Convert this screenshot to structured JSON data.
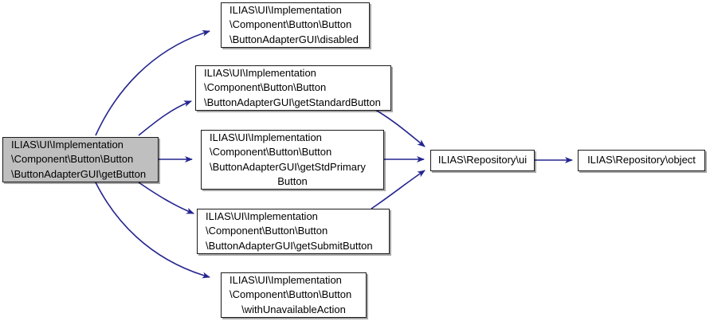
{
  "graph": {
    "title": "Call graph for ILIAS\\UI\\Implementation\\Component\\Button\\ButtonAdapterGUI\\getButton",
    "edge_color": "#25258f",
    "current_node_fill": "#bfbfbf",
    "node_border_color": "#1a1a1a",
    "background": "#ffffff"
  },
  "nodes": [
    {
      "id": "getButton",
      "name": "node-get-button",
      "is_current": true,
      "lines": [
        "ILIAS\\UI\\Implementation",
        "\\Component\\Button\\Button",
        "\\ButtonAdapterGUI\\getButton"
      ]
    },
    {
      "id": "disabled",
      "name": "node-disabled",
      "is_current": false,
      "lines": [
        "ILIAS\\UI\\Implementation",
        "\\Component\\Button\\Button",
        "\\ButtonAdapterGUI\\disabled"
      ]
    },
    {
      "id": "getStandardButton",
      "name": "node-get-standard-button",
      "is_current": false,
      "lines": [
        "ILIAS\\UI\\Implementation",
        "\\Component\\Button\\Button",
        "\\ButtonAdapterGUI\\getStandardButton"
      ]
    },
    {
      "id": "getStdPrimaryButton",
      "name": "node-get-std-primary-button",
      "is_current": false,
      "lines": [
        "ILIAS\\UI\\Implementation",
        "\\Component\\Button\\Button",
        "\\ButtonAdapterGUI\\getStdPrimary",
        "Button"
      ]
    },
    {
      "id": "getSubmitButton",
      "name": "node-get-submit-button",
      "is_current": false,
      "lines": [
        "ILIAS\\UI\\Implementation",
        "\\Component\\Button\\Button",
        "\\ButtonAdapterGUI\\getSubmitButton"
      ]
    },
    {
      "id": "withUnavailableAction",
      "name": "node-with-unavailable-action",
      "is_current": false,
      "lines": [
        "ILIAS\\UI\\Implementation",
        "\\Component\\Button\\Button",
        "\\withUnavailableAction"
      ]
    },
    {
      "id": "repositoryUi",
      "name": "node-repository-ui",
      "is_current": false,
      "lines": [
        "ILIAS\\Repository\\ui"
      ]
    },
    {
      "id": "repositoryObject",
      "name": "node-repository-object",
      "is_current": false,
      "lines": [
        "ILIAS\\Repository\\object"
      ]
    }
  ],
  "edges": [
    {
      "from": "getButton",
      "to": "disabled"
    },
    {
      "from": "getButton",
      "to": "getStandardButton"
    },
    {
      "from": "getButton",
      "to": "getStdPrimaryButton"
    },
    {
      "from": "getButton",
      "to": "getSubmitButton"
    },
    {
      "from": "getButton",
      "to": "withUnavailableAction"
    },
    {
      "from": "getStandardButton",
      "to": "repositoryUi"
    },
    {
      "from": "getStdPrimaryButton",
      "to": "repositoryUi"
    },
    {
      "from": "getSubmitButton",
      "to": "repositoryUi"
    },
    {
      "from": "repositoryUi",
      "to": "repositoryObject"
    }
  ]
}
